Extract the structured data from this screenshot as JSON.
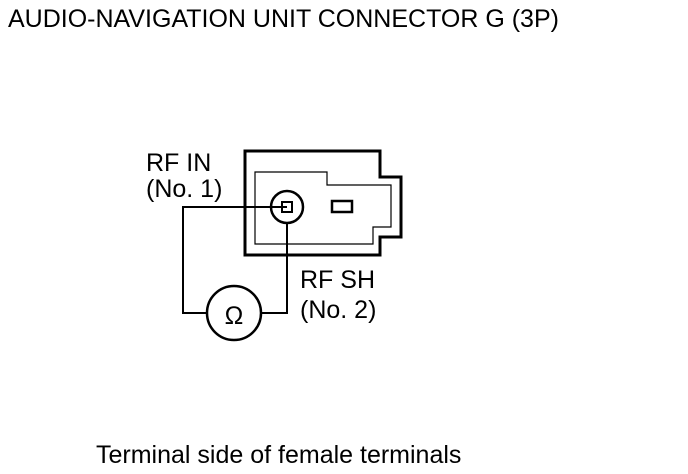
{
  "title": "AUDIO-NAVIGATION UNIT CONNECTOR G (3P)",
  "terminals": [
    {
      "name": "RF IN",
      "number": "(No. 1)"
    },
    {
      "name": "RF SH",
      "number": "(No. 2)"
    }
  ],
  "meter_symbol": "Ω",
  "caption": "Terminal side of female terminals",
  "colors": {
    "line": "#000000",
    "background": "#ffffff"
  }
}
